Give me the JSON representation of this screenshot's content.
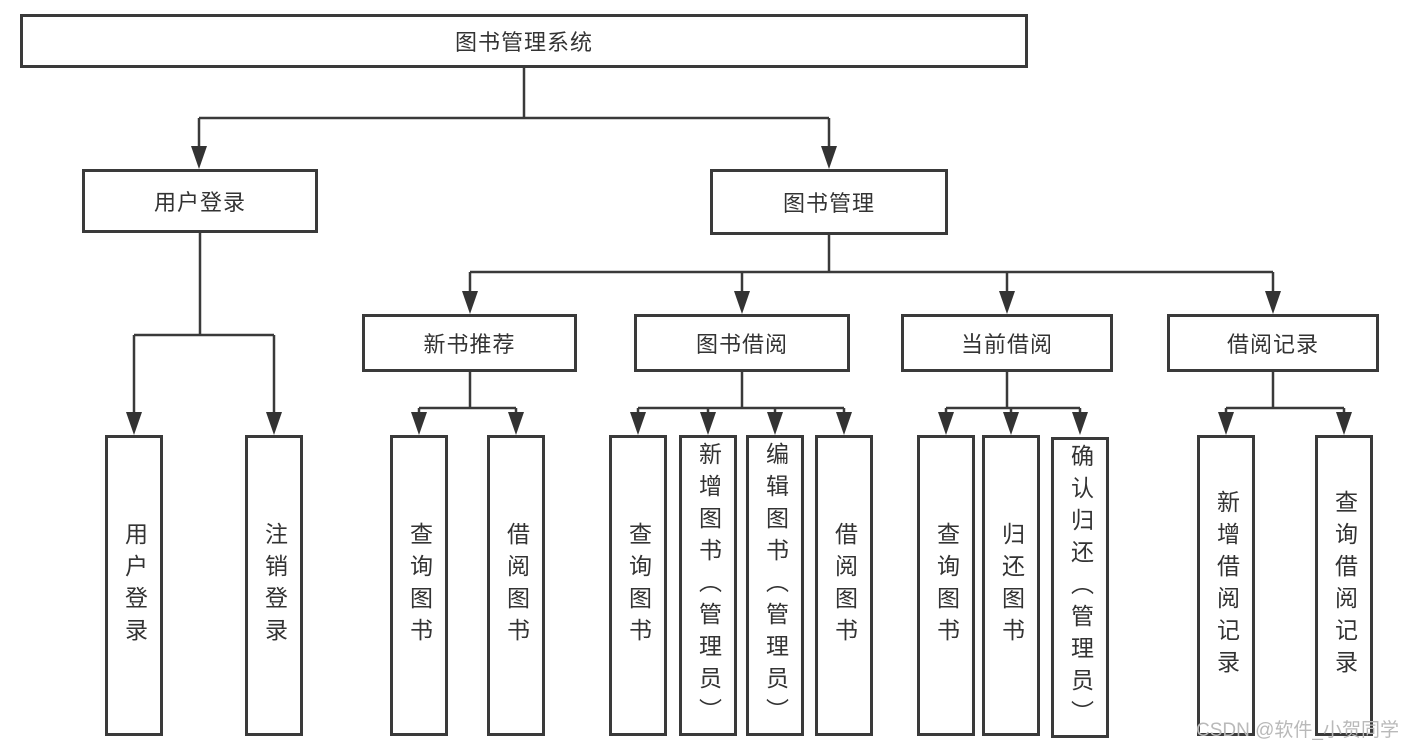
{
  "diagram": {
    "root_label": "图书管理系统",
    "level2": [
      "用户登录",
      "图书管理"
    ],
    "level3": [
      "新书推荐",
      "图书借阅",
      "当前借阅",
      "借阅记录"
    ],
    "leaves": {
      "login": [
        "用户登录",
        "注销登录"
      ],
      "recommend": [
        "查询图书",
        "借阅图书"
      ],
      "borrow": [
        "查询图书",
        "新增图书（管理员）",
        "编辑图书（管理员）",
        "借阅图书"
      ],
      "current": [
        "查询图书",
        "归还图书",
        "确认归还（管理员）"
      ],
      "records": [
        "新增借阅记录",
        "查询借阅记录"
      ]
    }
  },
  "watermark": "CSDN @软件_小贺同学",
  "colors": {
    "line": "#3a3a3a",
    "arrow": "#333333",
    "text": "#333333",
    "box_background": "#ffffff",
    "page_background": "#ffffff",
    "watermark": "#b9b9b9"
  }
}
